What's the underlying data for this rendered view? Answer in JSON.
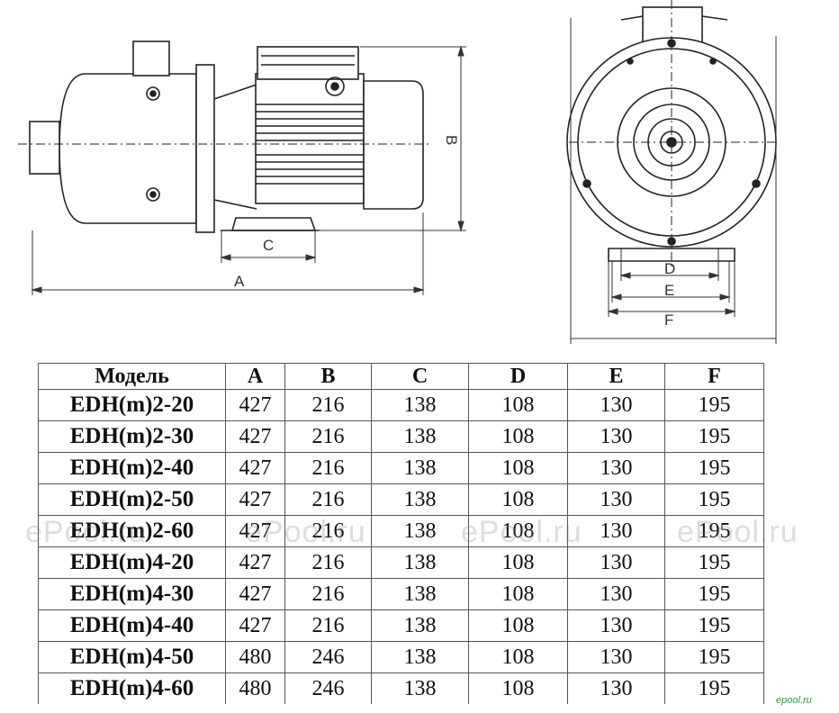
{
  "drawing": {
    "dim_labels": {
      "A": "A",
      "B": "B",
      "C": "C",
      "D": "D",
      "E": "E",
      "F": "F"
    }
  },
  "table": {
    "headers": [
      "Модель",
      "A",
      "B",
      "C",
      "D",
      "E",
      "F"
    ],
    "rows": [
      [
        "EDH(m)2-20",
        "427",
        "216",
        "138",
        "108",
        "130",
        "195"
      ],
      [
        "EDH(m)2-30",
        "427",
        "216",
        "138",
        "108",
        "130",
        "195"
      ],
      [
        "EDH(m)2-40",
        "427",
        "216",
        "138",
        "108",
        "130",
        "195"
      ],
      [
        "EDH(m)2-50",
        "427",
        "216",
        "138",
        "108",
        "130",
        "195"
      ],
      [
        "EDH(m)2-60",
        "427",
        "216",
        "138",
        "108",
        "130",
        "195"
      ],
      [
        "EDH(m)4-20",
        "427",
        "216",
        "138",
        "108",
        "130",
        "195"
      ],
      [
        "EDH(m)4-30",
        "427",
        "216",
        "138",
        "108",
        "130",
        "195"
      ],
      [
        "EDH(m)4-40",
        "427",
        "216",
        "138",
        "108",
        "130",
        "195"
      ],
      [
        "EDH(m)4-50",
        "480",
        "246",
        "138",
        "108",
        "130",
        "195"
      ],
      [
        "EDH(m)4-60",
        "480",
        "246",
        "138",
        "108",
        "130",
        "195"
      ]
    ]
  },
  "watermark": {
    "text": "ePool.ru",
    "small_text": "epool.ru"
  }
}
